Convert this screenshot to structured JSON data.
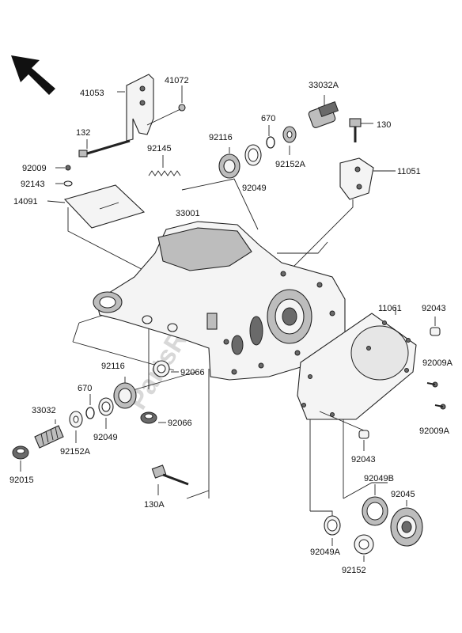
{
  "watermark": "PartsRepublik",
  "parts": {
    "p41053": "41053",
    "p41072": "41072",
    "p33032A": "33032A",
    "p132": "132",
    "p670_top": "670",
    "p130": "130",
    "p92116_top": "92116",
    "p92145": "92145",
    "p92152A_top": "92152A",
    "p11051": "11051",
    "p92009_top": "92009",
    "p92049_top": "92049",
    "p92143": "92143",
    "p14091": "14091",
    "p33001": "33001",
    "p11061": "11061",
    "p92043_top": "92043",
    "p92009A_1": "92009A",
    "p92116_left": "92116",
    "p92066_1": "92066",
    "p670_left": "670",
    "p33032": "33032",
    "p92066_2": "92066",
    "p92049_left": "92049",
    "p92009A_2": "92009A",
    "p92152A_left": "92152A",
    "p92015": "92015",
    "p92043_bot": "92043",
    "p130A": "130A",
    "p92049B": "92049B",
    "p92045": "92045",
    "p92049A": "92049A",
    "p92152": "92152"
  }
}
